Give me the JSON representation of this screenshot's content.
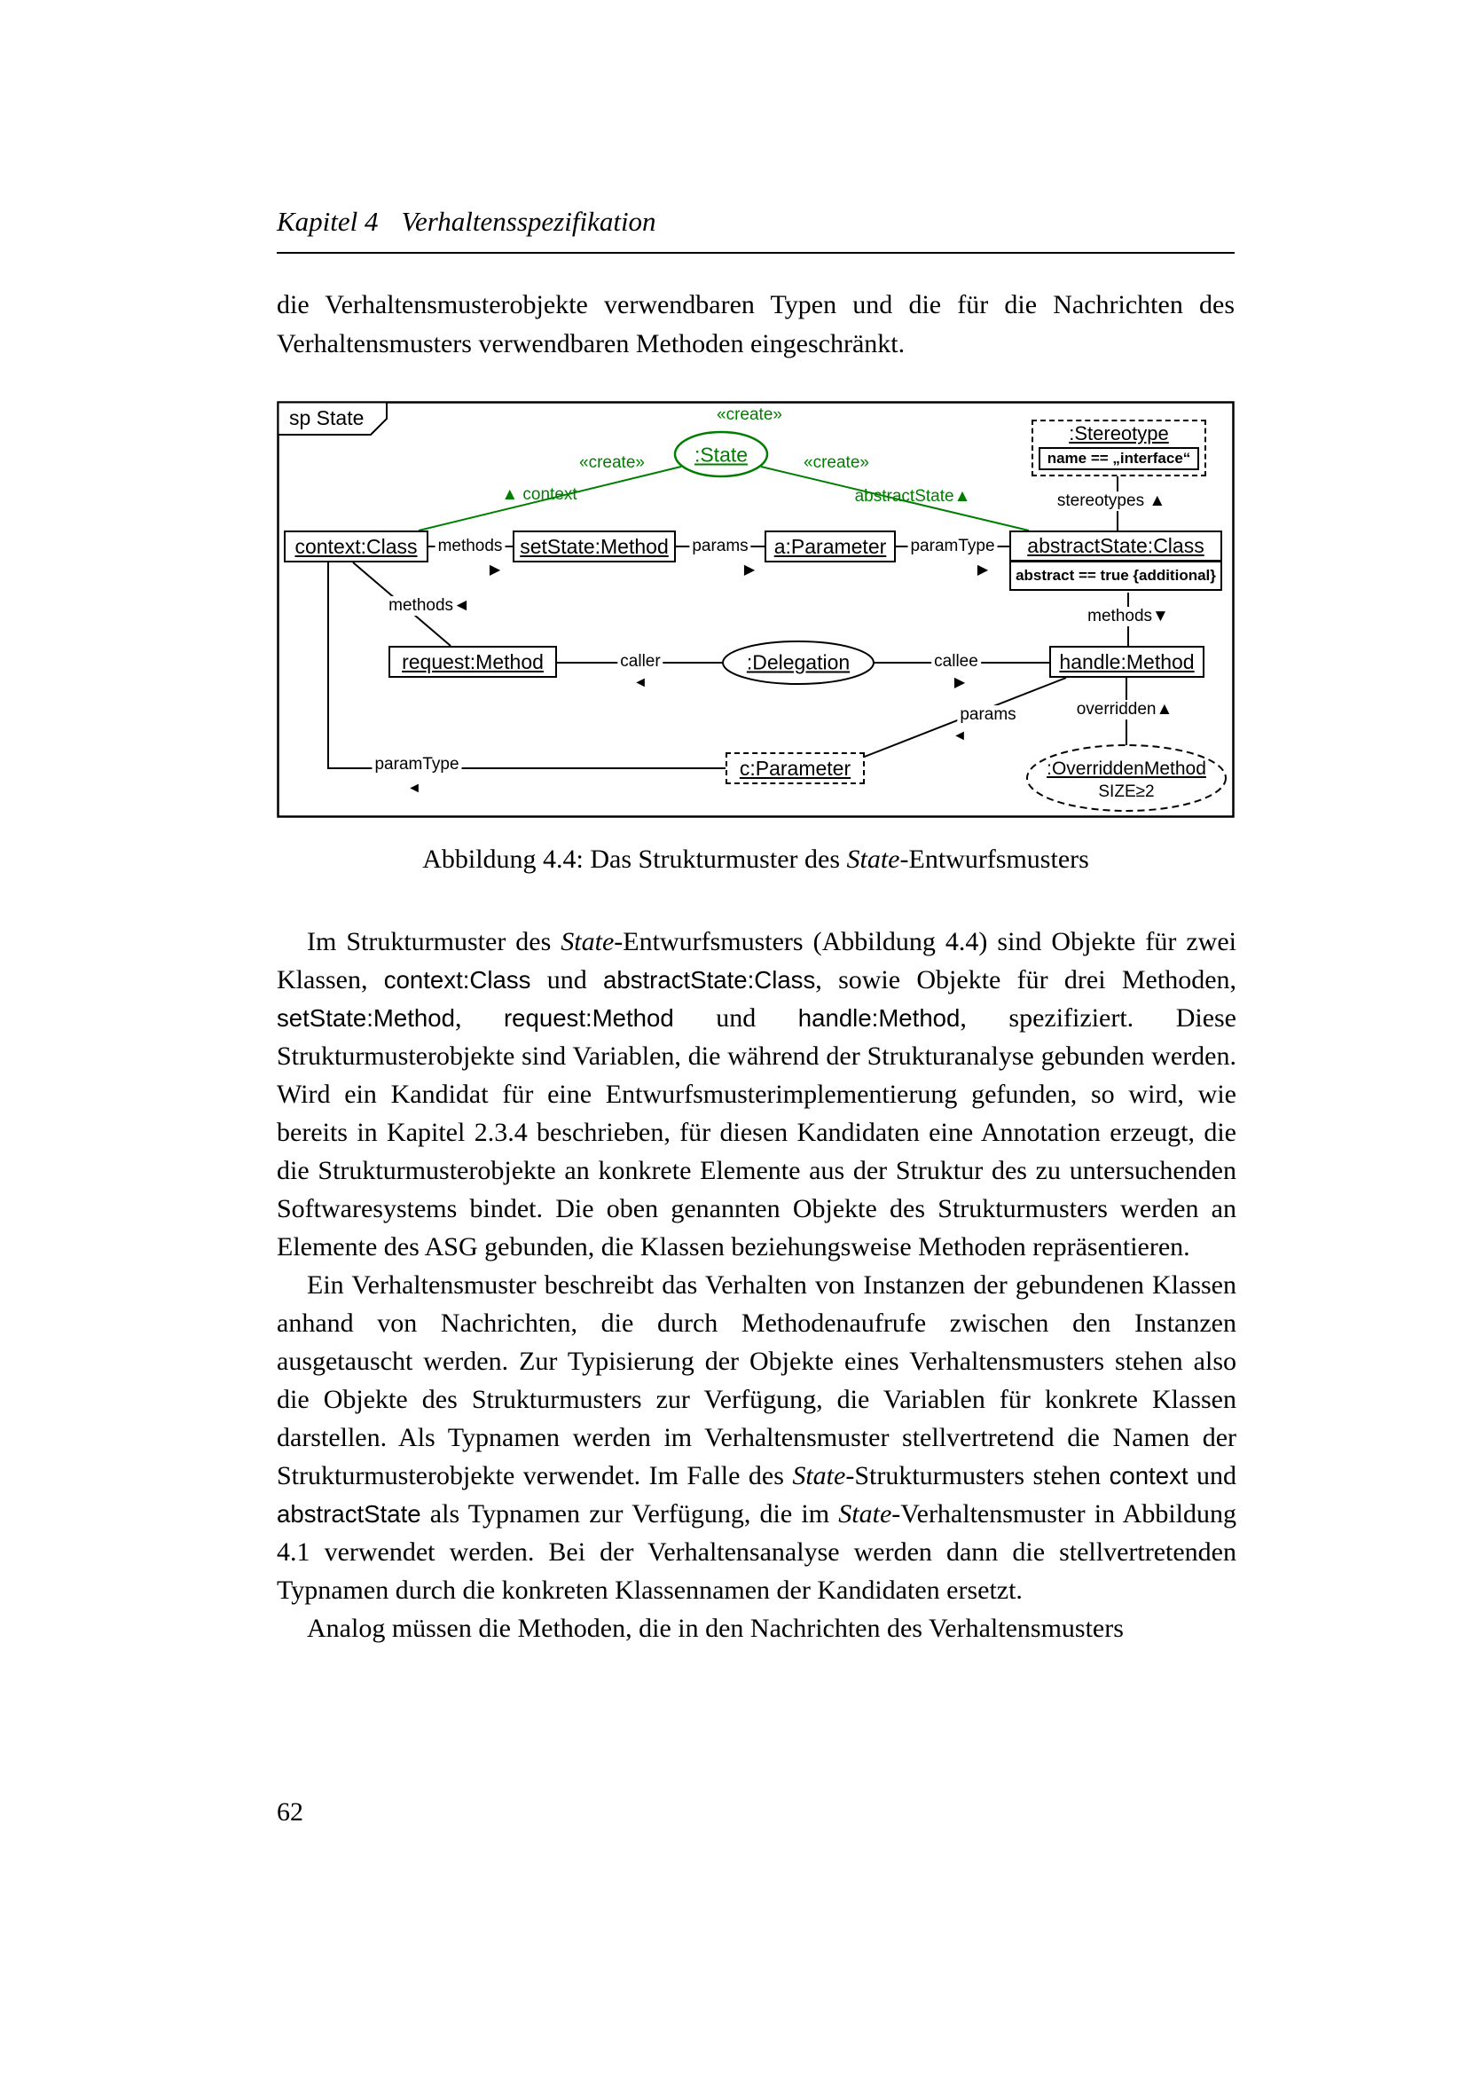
{
  "page": {
    "header_chapter": "Kapitel 4",
    "header_title": "Verhaltensspezifikation",
    "page_number": "62"
  },
  "intro_text": "die Verhaltensmusterobjekte verwendbaren Typen und die für die Nachrichten des Verhaltensmusters verwendbaren Methoden eingeschränkt.",
  "figure": {
    "frame_label": "sp State",
    "colors": {
      "create_green": "#007e00"
    },
    "nodes": {
      "state": ":State",
      "stereotype_title": ":Stereotype",
      "stereotype_constraint": "name == „interface“",
      "context_class": "context:Class",
      "setstate_method": "setState:Method",
      "a_parameter": "a:Parameter",
      "abstractstate_class": "abstractState:Class",
      "abstract_constraint": "abstract == true {additional}",
      "request_method": "request:Method",
      "delegation": ":Delegation",
      "handle_method": "handle:Method",
      "c_parameter": "c:Parameter",
      "overridden_method": ":OverriddenMethod",
      "overridden_size": "SIZE≥2"
    },
    "labels": {
      "create_top": "«create»",
      "create_left": "«create»",
      "create_right": "«create»",
      "context_role": "▲ context",
      "abstractstate_role": "abstractState▲",
      "stereotypes": "stereotypes ▲",
      "methods_top": "methods",
      "methods_top_arrow": "▶",
      "params_top": "params",
      "params_top_arrow": "▶",
      "paramtype_top": "paramType",
      "paramtype_top_arrow": "▶",
      "methods_context_request": "methods◄",
      "methods_abstract_handle": "methods▼",
      "caller": "caller",
      "caller_arrow": "◄",
      "callee": "callee",
      "callee_arrow": "▶",
      "overridden": "overridden▲",
      "params_handle": "params",
      "params_handle_arrow": "◄",
      "paramtype_bottom": "paramType",
      "paramtype_bottom_arrow": "◄"
    }
  },
  "caption": [
    {
      "t": "Abbildung 4.4: Das Strukturmuster des "
    },
    {
      "t": "State",
      "s": "i"
    },
    {
      "t": "-Entwurfsmusters"
    }
  ],
  "paragraphs": {
    "p1": [
      {
        "t": "Im Strukturmuster des "
      },
      {
        "t": "State",
        "s": "i"
      },
      {
        "t": "-Entwurfsmusters (Abbildung 4.4) sind Objekte für zwei Klassen, "
      },
      {
        "t": "context:Class",
        "s": "c"
      },
      {
        "t": " und "
      },
      {
        "t": "abstractState:Class",
        "s": "c"
      },
      {
        "t": ", sowie Objekte für drei Methoden, "
      },
      {
        "t": "setState:Method",
        "s": "c"
      },
      {
        "t": ", "
      },
      {
        "t": "request:Method",
        "s": "c"
      },
      {
        "t": " und "
      },
      {
        "t": "handle:Method",
        "s": "c"
      },
      {
        "t": ", spezifiziert. Diese Strukturmusterobjekte sind Variablen, die während der Strukturanalyse gebunden werden. Wird ein Kandidat für eine Entwurfsmusterimplementierung gefunden, so wird, wie bereits in Kapitel 2.3.4 beschrieben, für diesen Kandidaten eine Annotation erzeugt, die die Strukturmusterobjekte an konkrete Elemente aus der Struktur des zu untersuchenden Softwaresystems bindet. Die oben genannten Objekte des Strukturmusters werden an Elemente des ASG gebunden, die Klassen beziehungsweise Methoden repräsentieren."
      }
    ],
    "p2": [
      {
        "t": "Ein Verhaltensmuster beschreibt das Verhalten von Instanzen der gebundenen Klassen anhand von Nachrichten, die durch Methodenaufrufe zwischen den Instanzen ausgetauscht werden. Zur Typisierung der Objekte eines Verhaltensmusters stehen also die Objekte des Strukturmusters zur Verfügung, die Variablen für konkrete Klassen darstellen. Als Typnamen werden im Verhaltensmuster stellvertretend die Namen der Strukturmusterobjekte verwendet. Im Falle des "
      },
      {
        "t": "State",
        "s": "i"
      },
      {
        "t": "-Strukturmusters stehen "
      },
      {
        "t": "context",
        "s": "c"
      },
      {
        "t": " und "
      },
      {
        "t": "abstractState",
        "s": "c"
      },
      {
        "t": " als Typnamen zur Verfügung, die im "
      },
      {
        "t": "State",
        "s": "i"
      },
      {
        "t": "-Verhaltensmuster in Abbildung 4.1 verwendet werden. Bei der Verhaltensanalyse werden dann die stellvertretenden Typnamen durch die konkreten Klassennamen der Kandidaten ersetzt."
      }
    ],
    "p3": [
      {
        "t": "Analog müssen die Methoden, die in den Nachrichten des Verhaltensmusters"
      }
    ]
  }
}
